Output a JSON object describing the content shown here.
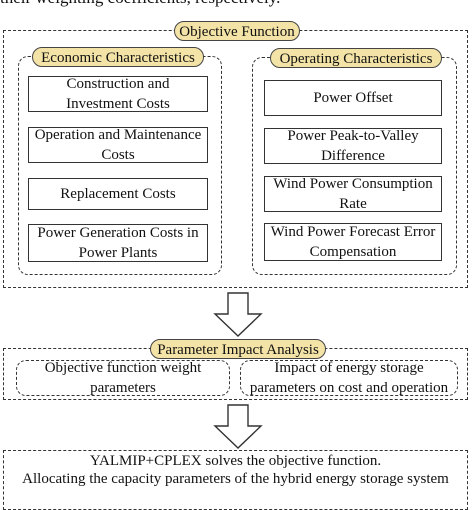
{
  "top_text": "their weighting coefficients, respectively.",
  "objective": {
    "title": "Objective Function",
    "economic": {
      "title": "Economic Characteristics",
      "items": [
        "Construction and Investment Costs",
        "Operation and Maintenance Costs",
        "Replacement Costs",
        "Power Generation Costs in Power Plants"
      ]
    },
    "operating": {
      "title": "Operating Characteristics",
      "items": [
        "Power Offset",
        "Power Peak-to-Valley Difference",
        "Wind Power Consumption Rate",
        "Wind Power Forecast Error Compensation"
      ]
    }
  },
  "parameter": {
    "title": "Parameter Impact Analysis",
    "items": [
      "Objective function weight parameters",
      "Impact of energy storage parameters on cost and operation"
    ]
  },
  "solve": {
    "line1": "YALMIP+CPLEX solves the objective function.",
    "line2": "Allocating the capacity parameters of the hybrid energy storage system"
  }
}
